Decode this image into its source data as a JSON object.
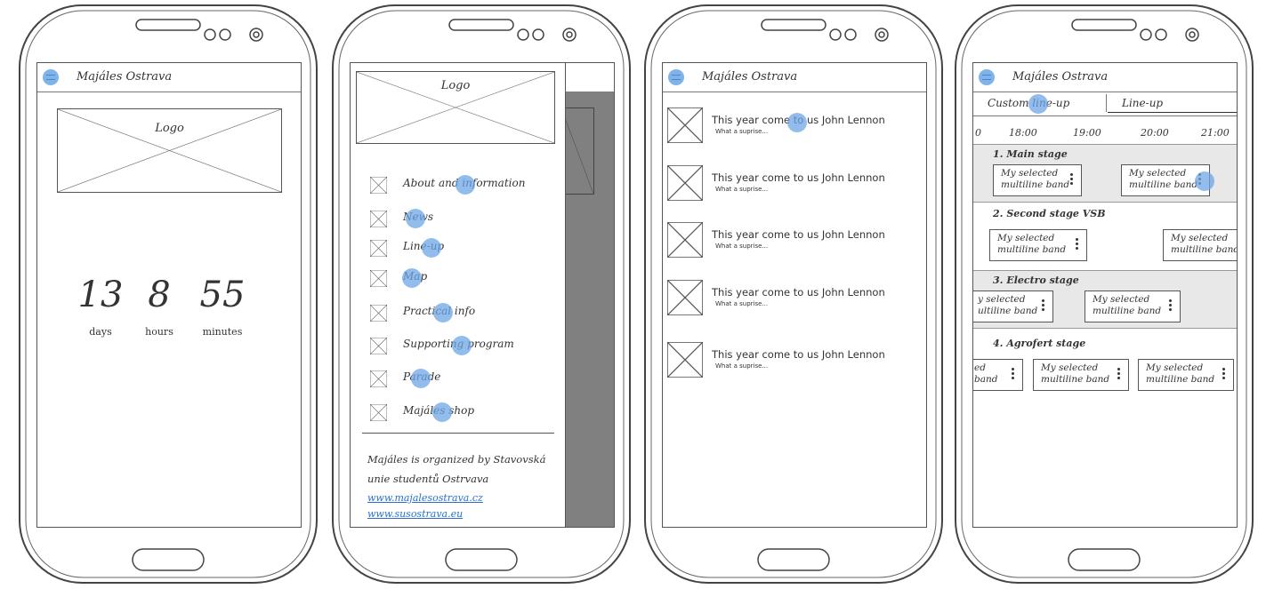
{
  "colors": {
    "accent": "#7fb3ea",
    "overlay": "#808080",
    "link": "#2a6fd0",
    "stage_shade": "#e8e8e8"
  },
  "app": {
    "title": "Majáles Ostrava",
    "menu_icon": "hamburger-menu-icon"
  },
  "screen1": {
    "logo_label": "Logo",
    "countdown": [
      {
        "value": "13",
        "unit": "days"
      },
      {
        "value": "8",
        "unit": "hours"
      },
      {
        "value": "55",
        "unit": "minutes"
      }
    ]
  },
  "screen2": {
    "logo_label": "Logo",
    "menu": [
      {
        "label": "About and information",
        "icon": "placeholder-image-icon"
      },
      {
        "label": "News",
        "icon": "placeholder-image-icon"
      },
      {
        "label": "Line-up",
        "icon": "placeholder-image-icon"
      },
      {
        "label": "Map",
        "icon": "placeholder-image-icon"
      },
      {
        "label": "Practical info",
        "icon": "placeholder-image-icon"
      },
      {
        "label": "Supporting program",
        "icon": "placeholder-image-icon"
      },
      {
        "label": "Parade",
        "icon": "placeholder-image-icon"
      },
      {
        "label": "Majáles shop",
        "icon": "placeholder-image-icon"
      }
    ],
    "footer_line1": "Majáles is organized by Stavovská",
    "footer_line2": "unie studentů Ostrvava",
    "links": [
      "www.majalesostrava.cz",
      "www.susostrava.eu"
    ]
  },
  "screen3": {
    "news": [
      {
        "title": "This year come to us John Lennon",
        "subtitle": "What a suprise..."
      },
      {
        "title": "This year come to us John Lennon",
        "subtitle": "What a suprise..."
      },
      {
        "title": "This year come to us John Lennon",
        "subtitle": "What a suprise..."
      },
      {
        "title": "This year come to us John Lennon",
        "subtitle": "What a suprise..."
      },
      {
        "title": "This year come to us John Lennon",
        "subtitle": "What a suprise..."
      }
    ]
  },
  "screen4": {
    "tabs": [
      "Custom line-up",
      "Line-up"
    ],
    "times": [
      "0",
      "18:00",
      "19:00",
      "20:00",
      "21:00"
    ],
    "stages": [
      {
        "name": "1. Main stage",
        "bands": [
          "My selected multiline band",
          "My selected multiline band"
        ]
      },
      {
        "name": "2. Second stage VSB",
        "bands": [
          "My selected multiline band",
          "My selected multiline band"
        ]
      },
      {
        "name": "3. Electro stage",
        "bands": [
          "y selected ultiline band",
          "My selected multiline band"
        ]
      },
      {
        "name": "4. Agrofert stage",
        "bands": [
          "ed band",
          "My selected multiline band",
          "My selected multiline band"
        ]
      }
    ]
  }
}
